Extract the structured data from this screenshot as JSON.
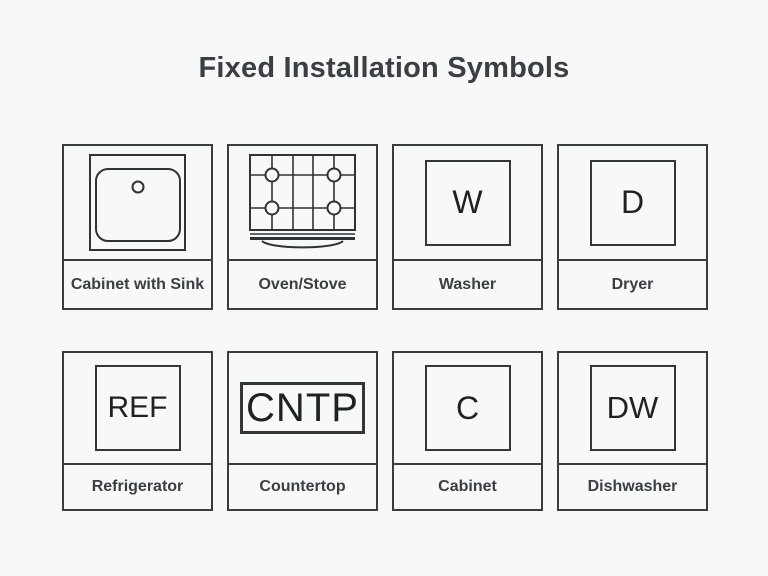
{
  "theme": {
    "background_color": "#f6f9f7",
    "line_color": "#2f3336",
    "cell_border_color": "#3a3d40",
    "title_color": "#3b3f43",
    "label_color": "#3b3f43",
    "symbol_text_color": "#1f2224"
  },
  "title": "Fixed Installation Symbols",
  "items": [
    {
      "label": "Cabinet with Sink",
      "symbol_kind": "sink-drawing"
    },
    {
      "label": "Oven/Stove",
      "symbol_kind": "stove-drawing"
    },
    {
      "label": "Washer",
      "symbol_kind": "letter-box",
      "symbol": "W"
    },
    {
      "label": "Dryer",
      "symbol_kind": "letter-box",
      "symbol": "D"
    },
    {
      "label": "Refrigerator",
      "symbol_kind": "letter-box",
      "symbol": "REF"
    },
    {
      "label": "Countertop",
      "symbol_kind": "wide-letter-box",
      "symbol": "CNTP"
    },
    {
      "label": "Cabinet",
      "symbol_kind": "letter-box",
      "symbol": "C"
    },
    {
      "label": "Dishwasher",
      "symbol_kind": "letter-box",
      "symbol": "DW"
    }
  ]
}
